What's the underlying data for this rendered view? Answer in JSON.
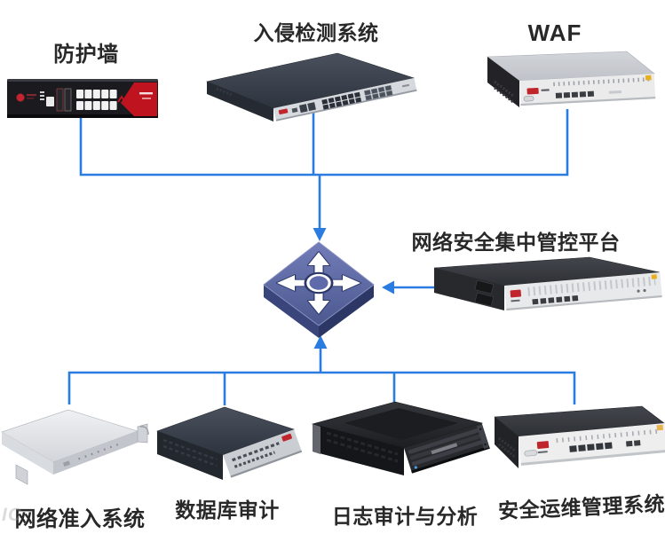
{
  "diagram": {
    "type": "network-security-topology",
    "center": {
      "id": "switch",
      "icon": "switch-icon"
    },
    "nodes": [
      {
        "id": "firewall",
        "label": "防护墙"
      },
      {
        "id": "ids",
        "label": "入侵检测系统"
      },
      {
        "id": "waf",
        "label": "WAF"
      },
      {
        "id": "platform",
        "label": "网络安全集中管控平台"
      },
      {
        "id": "access",
        "label": "网络准入系统"
      },
      {
        "id": "db_audit",
        "label": "数据库审计"
      },
      {
        "id": "log_audit",
        "label": "日志审计与分析"
      },
      {
        "id": "sec_ops",
        "label": "安全运维管理系统"
      }
    ],
    "edges": [
      {
        "from": "firewall",
        "to": "switch",
        "arrow": "into-switch-top"
      },
      {
        "from": "ids",
        "to": "switch",
        "arrow": "into-switch-top"
      },
      {
        "from": "waf",
        "to": "switch",
        "arrow": "into-switch-top"
      },
      {
        "from": "platform",
        "to": "switch",
        "arrow": "into-switch-right"
      },
      {
        "from": "access",
        "to": "switch",
        "arrow": "into-switch-bottom"
      },
      {
        "from": "db_audit",
        "to": "switch",
        "arrow": "into-switch-bottom"
      },
      {
        "from": "log_audit",
        "to": "switch",
        "arrow": "into-switch-bottom"
      },
      {
        "from": "sec_ops",
        "to": "switch",
        "arrow": "into-switch-bottom"
      }
    ],
    "colors": {
      "connector": "#2b7ce0",
      "label": "#282828",
      "switch_top": "#5f6aab",
      "switch_left_side": "#39457b",
      "switch_right_side": "#2c3766",
      "device_red_accent": "#c0252c"
    },
    "watermark": "IC"
  }
}
